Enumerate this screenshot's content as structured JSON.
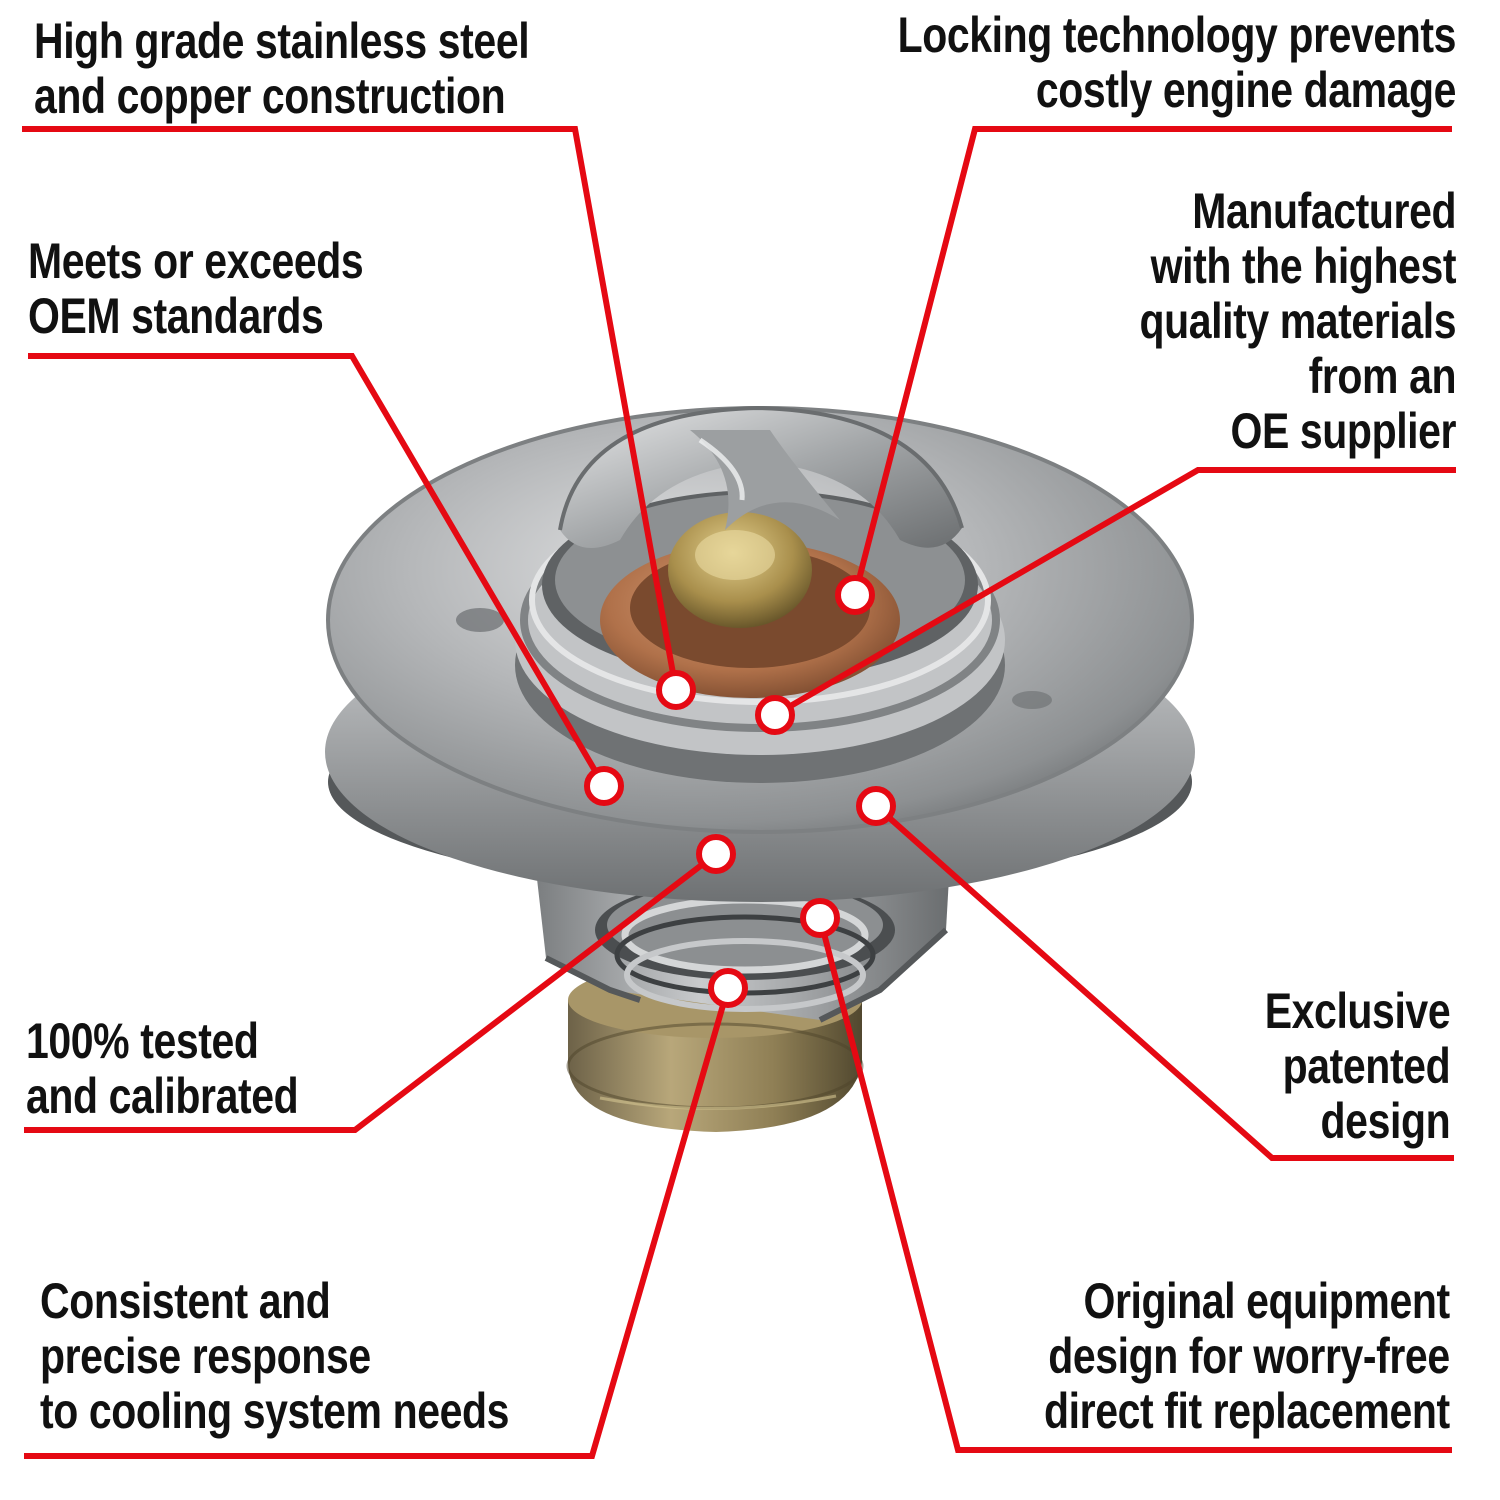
{
  "colors": {
    "callout_line": "#e50913",
    "label_text": "#111111",
    "background": "#ffffff",
    "steel": "#a9acae",
    "copper": "#b87a52",
    "brass": "#9c8a5c"
  },
  "product": {
    "icon": "thermostat-photo"
  },
  "callouts": [
    {
      "id": "stainless",
      "lines": [
        "High grade stainless steel",
        "and copper construction"
      ]
    },
    {
      "id": "locking",
      "lines": [
        "Locking technology prevents",
        "costly engine damage"
      ]
    },
    {
      "id": "oem",
      "lines": [
        "Meets or exceeds",
        "OEM standards"
      ]
    },
    {
      "id": "materials",
      "lines": [
        "Manufactured",
        "with the highest",
        "quality materials",
        "from an",
        "OE supplier"
      ]
    },
    {
      "id": "tested",
      "lines": [
        "100% tested",
        "and calibrated"
      ]
    },
    {
      "id": "patented",
      "lines": [
        "Exclusive",
        "patented",
        "design"
      ]
    },
    {
      "id": "response",
      "lines": [
        "Consistent and",
        "precise response",
        "to cooling system needs"
      ]
    },
    {
      "id": "fit",
      "lines": [
        "Original equipment",
        "design for worry-free",
        "direct fit replacement"
      ]
    }
  ]
}
